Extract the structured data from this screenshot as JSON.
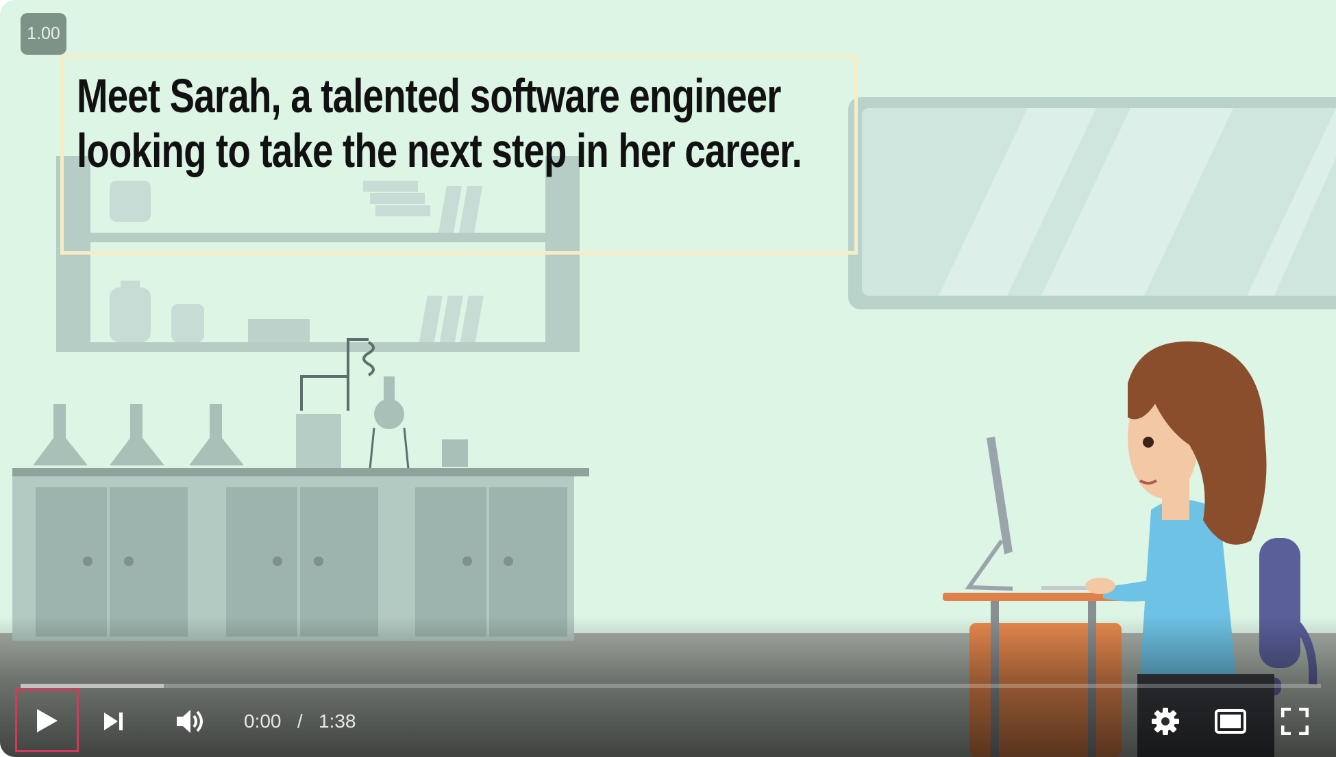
{
  "player": {
    "speed_label": "1.00",
    "caption": "Meet Sarah, a talented software engineer looking to take the next step in her career.",
    "current_time": "0:00",
    "time_separator": "/",
    "duration": "1:38",
    "progress_loaded_fraction": 0.11,
    "progress_played_fraction": 0.0
  },
  "controls": {
    "play_icon": "play-icon",
    "next_icon": "skip-next-icon",
    "volume_icon": "volume-icon",
    "settings_icon": "gear-icon",
    "theater_icon": "theater-mode-icon",
    "fullscreen_icon": "fullscreen-icon"
  },
  "colors": {
    "scene_background": "#dcf5e5",
    "focus_outline": "#d2395c",
    "desk_top": "#e0804a",
    "cabinet_orange": "#e8894e",
    "shirt_blue": "#6ec2e6",
    "hair_brown": "#8a4e2c",
    "chair_purple": "#5a5f99"
  }
}
